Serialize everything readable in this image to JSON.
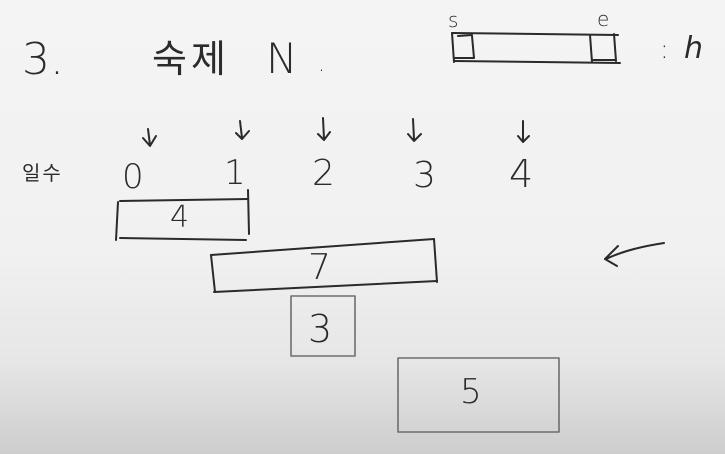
{
  "heading": {
    "number": "3.",
    "word": "숙제",
    "variable": "N",
    "dot": "."
  },
  "legend": {
    "start_label": "s",
    "end_label": "e",
    "separator": ":",
    "length_label": "h"
  },
  "row": {
    "label": "일수",
    "days": [
      "0",
      "1",
      "2",
      "3",
      "4"
    ]
  },
  "tasks": [
    {
      "value": "4"
    },
    {
      "value": "7"
    },
    {
      "value": "3"
    },
    {
      "value": "5"
    }
  ]
}
